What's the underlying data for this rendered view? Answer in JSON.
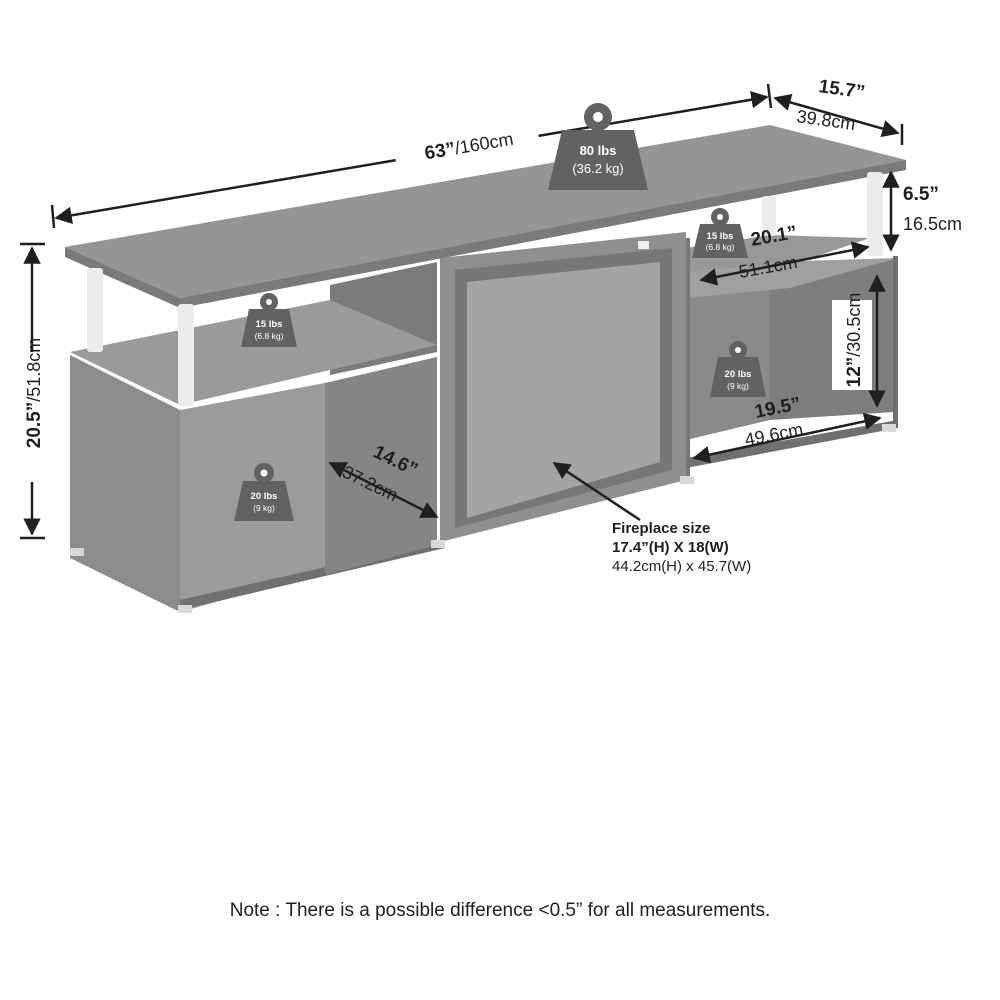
{
  "dimensions": {
    "width_in": "63”",
    "width_cm": "/160cm",
    "depth_in": "15.7”",
    "depth_cm": "39.8cm",
    "leg_height_in": "6.5”",
    "leg_height_cm": "16.5cm",
    "total_height_in": "20.5”",
    "total_height_cm": "/51.8cm",
    "left_depth_in": "14.6”",
    "left_depth_cm": "37.2cm",
    "upper_right_width_in": "20.1”",
    "upper_right_width_cm": "51.1cm",
    "right_height_in": "12”",
    "right_height_cm": "/30.5cm",
    "lower_right_width_in": "19.5”",
    "lower_right_width_cm": "49.6cm"
  },
  "weights": {
    "top": {
      "lbs": "80 lbs",
      "kg": "(36.2 kg)"
    },
    "upper_right": {
      "lbs": "15 lbs",
      "kg": "(6.8 kg)"
    },
    "left_shelf": {
      "lbs": "15 lbs",
      "kg": "(6.8 kg)"
    },
    "right_cubby": {
      "lbs": "20 lbs",
      "kg": "(9 kg)"
    },
    "left_cabinet": {
      "lbs": "20 lbs",
      "kg": "(9 kg)"
    }
  },
  "fireplace": {
    "title": "Fireplace size",
    "size_in": "17.4”(H) X 18(W)",
    "size_cm": "44.2cm(H) x 45.7(W)"
  },
  "note": "Note : There is a possible difference <0.5” for all measurements.",
  "colors": {
    "panel": "#8f8f8f",
    "panel_dark": "#6d6d6d",
    "panel_light": "#a6a6a6",
    "leg": "#ebebeb",
    "weight_icon": "#626262",
    "line": "#1f1f1f"
  }
}
